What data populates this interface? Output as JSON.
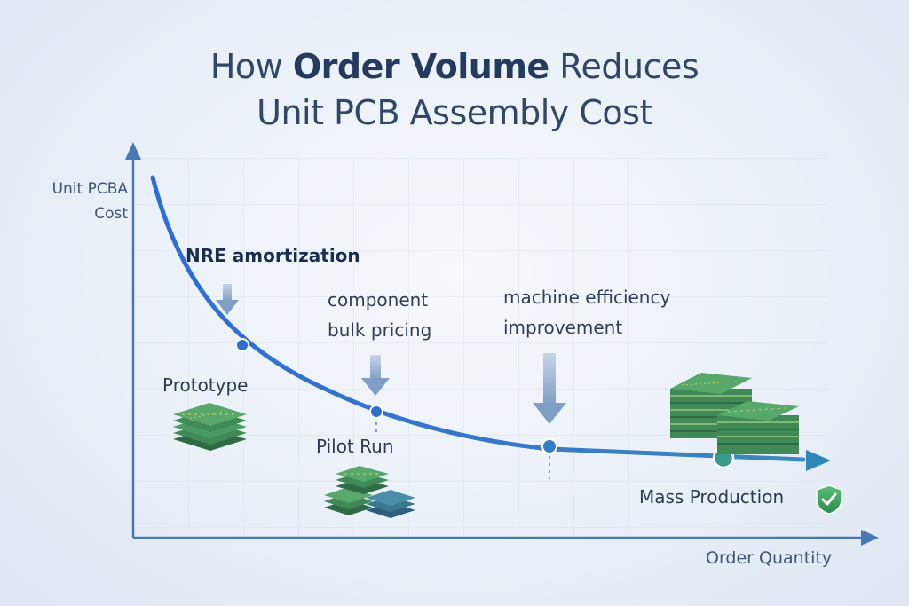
{
  "title": {
    "line1_pre": "How ",
    "line1_bold": "Order Volume",
    "line1_post": " Reduces",
    "line2": "Unit PCB Assembly Cost"
  },
  "axes": {
    "y_line1": "Unit PCBA",
    "y_line2": "Cost",
    "x_label": "Order Quantity"
  },
  "stages": [
    {
      "name": "Prototype"
    },
    {
      "name": "Pilot Run"
    },
    {
      "name": "Mass Production"
    }
  ],
  "drivers": [
    {
      "line1": "NRE amortization",
      "line2": ""
    },
    {
      "line1": "component",
      "line2": "bulk pricing"
    },
    {
      "line1": "machine efficiency",
      "line2": "improvement"
    }
  ],
  "colors": {
    "curve": "#2f6fd0",
    "axis": "#4a78b5",
    "arrow": "#8aa6c8",
    "pcb": "#3f8a57",
    "check": "#3aa35c"
  },
  "icons": [
    "pcb-stack-icon",
    "check-shield-icon"
  ]
}
